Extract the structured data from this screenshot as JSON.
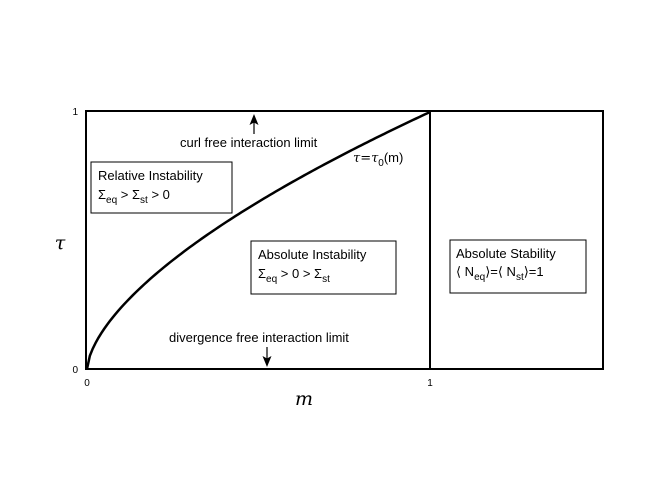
{
  "axes": {
    "x_label": "m",
    "y_label": "τ",
    "x_ticks": [
      "0",
      "1"
    ],
    "y_ticks": [
      "0",
      "1"
    ]
  },
  "annotations": {
    "curl_free": "curl free interaction limit",
    "divergence_free": "divergence free interaction limit",
    "curve_label_tau": "τ=τ",
    "curve_label_sub": "0",
    "curve_label_m": "(m)"
  },
  "regions": {
    "relative": {
      "title": "Relative Instability",
      "sym1": "Σ",
      "sub1": "eq",
      "rel1": " > ",
      "sym2": "Σ",
      "sub2": "st",
      "rel2": " > 0"
    },
    "absolute_instability": {
      "title": "Absolute Instability",
      "sym1": "Σ",
      "sub1": "eq",
      "rel1": " > 0 > ",
      "sym2": "Σ",
      "sub2": "st"
    },
    "absolute_stability": {
      "title": "Absolute Stability",
      "open1": "⟨ N",
      "sub1": "eq",
      "close1": "⟩=⟨ N",
      "sub2": "st",
      "close2": "⟩=1"
    }
  }
}
